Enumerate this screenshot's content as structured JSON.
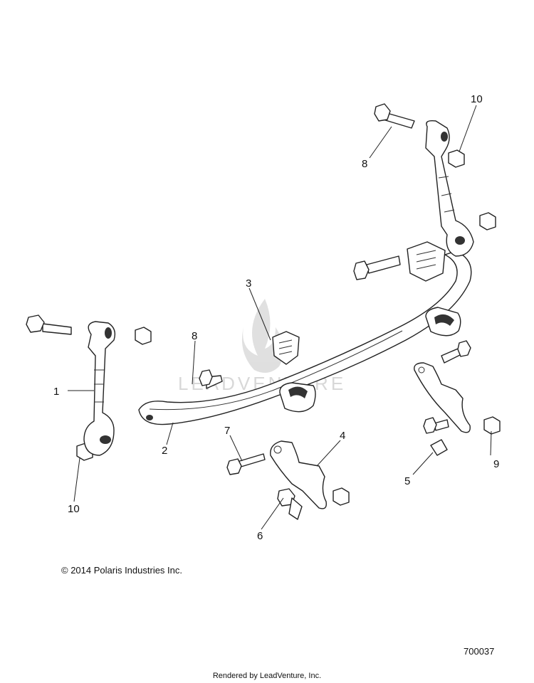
{
  "diagram": {
    "callouts": [
      "1",
      "2",
      "3",
      "4",
      "5",
      "6",
      "7",
      "8",
      "8",
      "9",
      "10",
      "10"
    ],
    "watermark": "LEADVENTURE",
    "copyright": "© 2014 Polaris Industries Inc.",
    "figure_number": "700037",
    "rendered_by": "Rendered by LeadVenture, Inc."
  }
}
